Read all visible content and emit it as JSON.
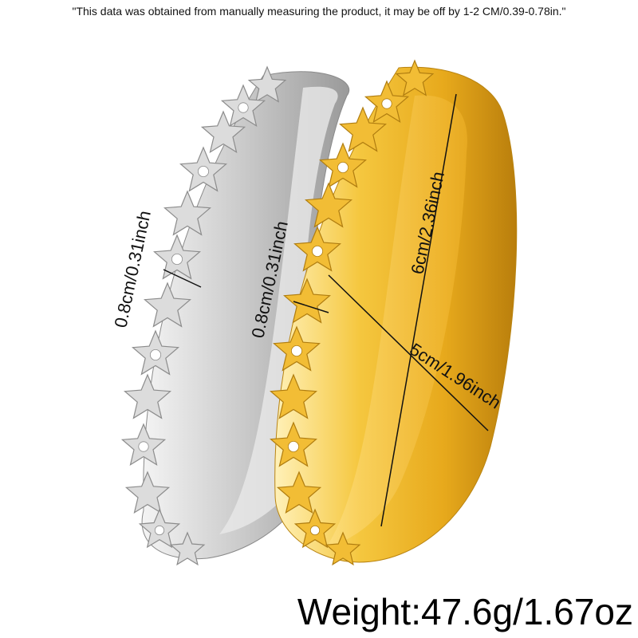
{
  "disclaimer": "\"This data was obtained from manually measuring the product, it may be off by 1-2 CM/0.39-0.78in.\"",
  "measurements": {
    "silver_width": "0.8cm/0.31inch",
    "gold_width": "0.8cm/0.31inch",
    "height": "6cm/2.36inch",
    "diameter": "5cm/1.96inch"
  },
  "weight": "Weight:47.6g/1.67oz",
  "colors": {
    "silver": "#d9d9d9",
    "silver_shade": "#a9a9a9",
    "gold": "#f3c13a",
    "gold_shade": "#c98f12",
    "line": "#111111"
  }
}
